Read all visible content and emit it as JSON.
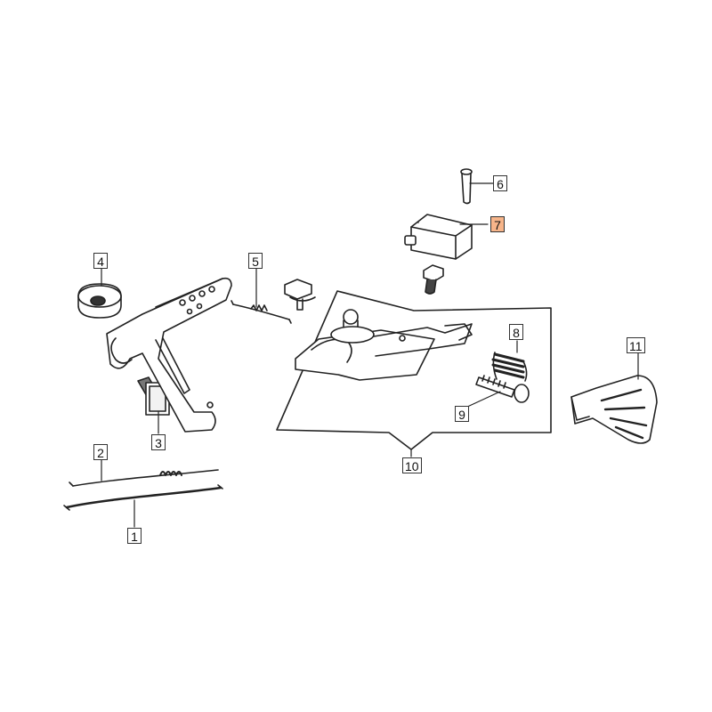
{
  "callouts": [
    {
      "id": "1",
      "highlight": false
    },
    {
      "id": "2",
      "highlight": false
    },
    {
      "id": "3",
      "highlight": false
    },
    {
      "id": "4",
      "highlight": false
    },
    {
      "id": "5",
      "highlight": false
    },
    {
      "id": "6",
      "highlight": false
    },
    {
      "id": "7",
      "highlight": true
    },
    {
      "id": "8",
      "highlight": false
    },
    {
      "id": "9",
      "highlight": false
    },
    {
      "id": "10",
      "highlight": false
    },
    {
      "id": "11",
      "highlight": false
    }
  ],
  "colors": {
    "highlight": "#f7b58a",
    "line": "#333333"
  }
}
